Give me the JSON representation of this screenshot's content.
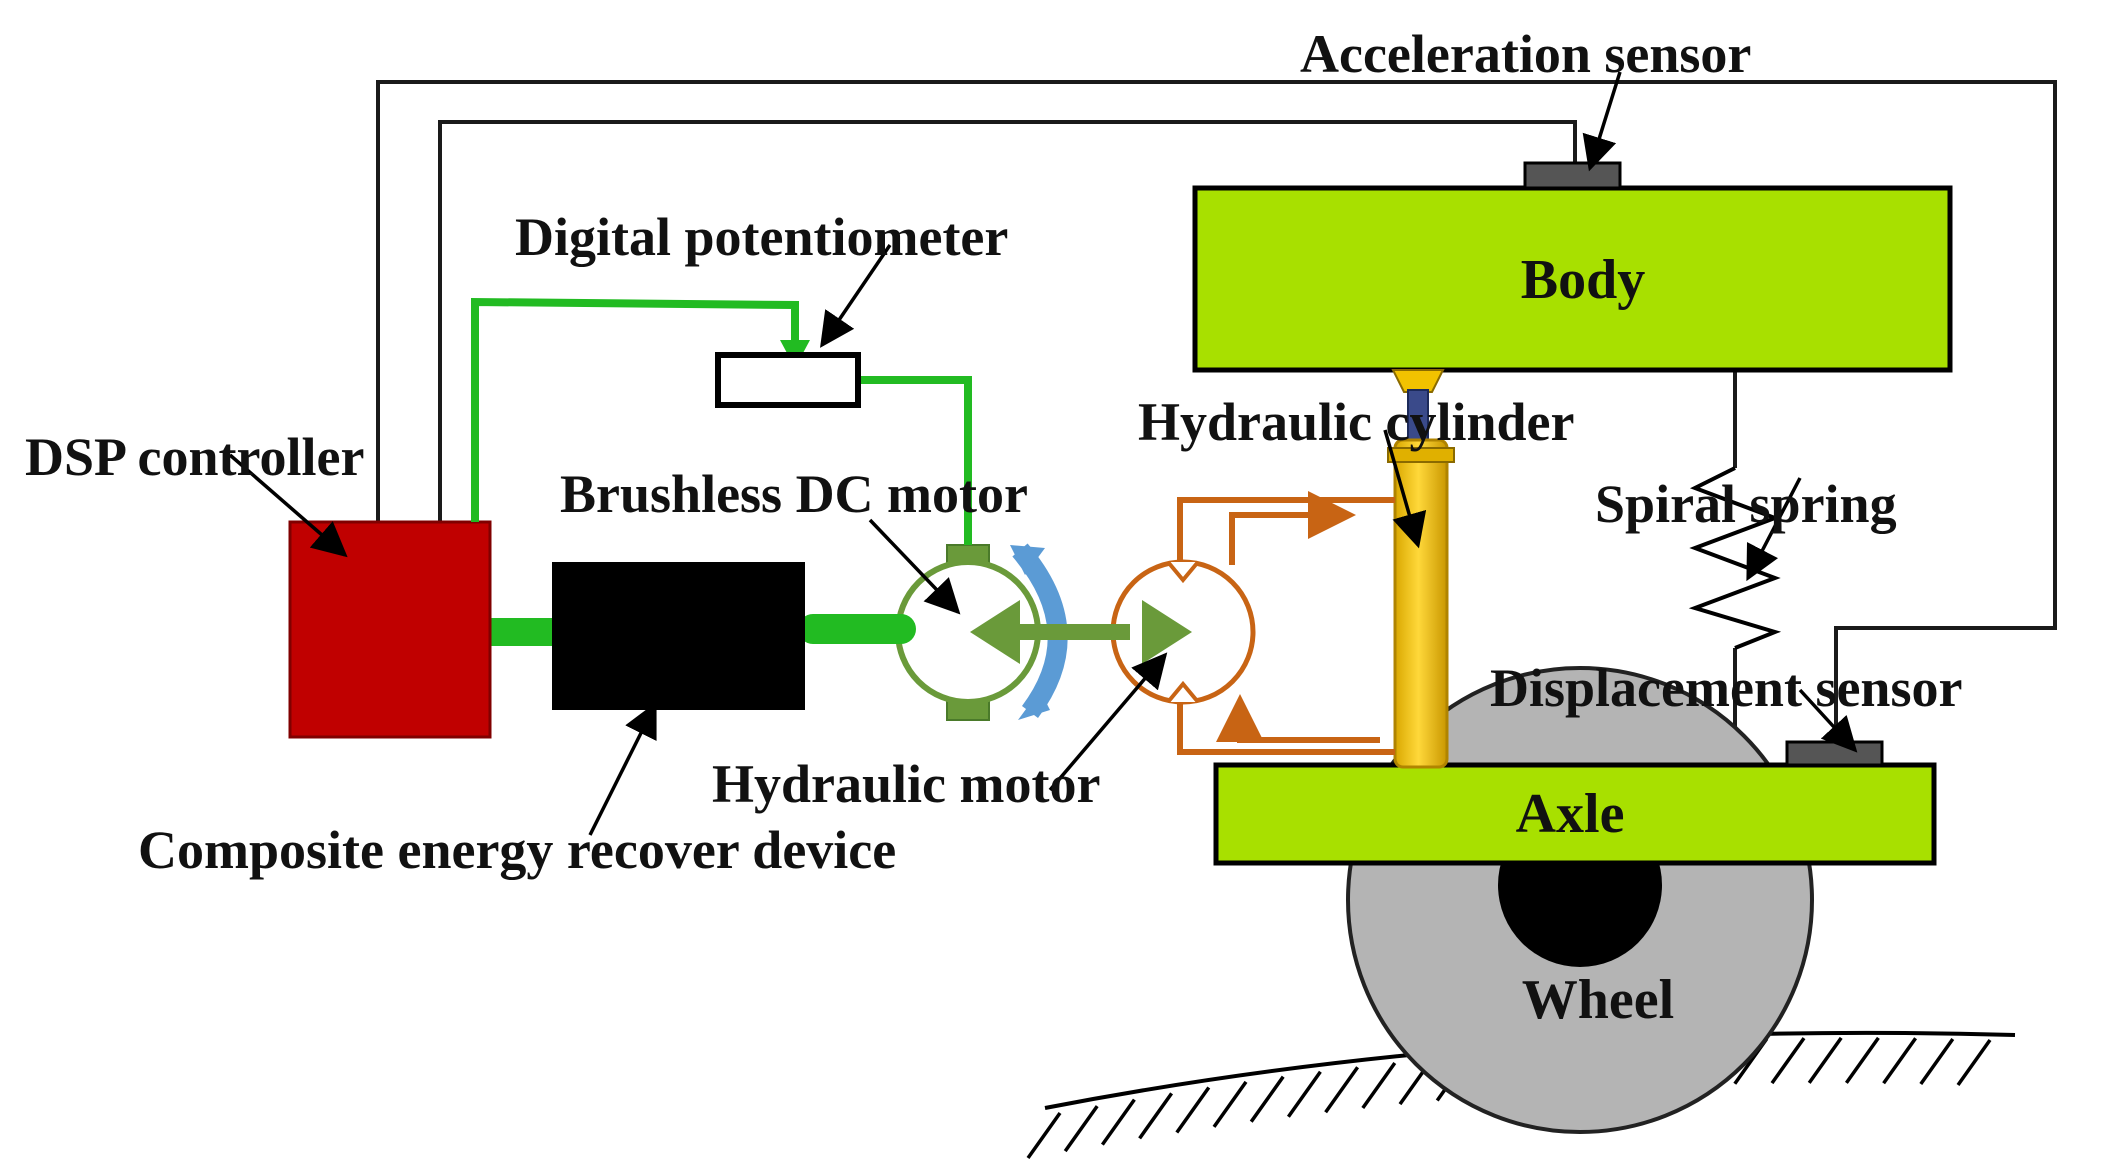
{
  "labels": {
    "acceleration_sensor": "Acceleration sensor",
    "digital_potentiometer": "Digital potentiometer",
    "body": "Body",
    "hydraulic_cylinder": "Hydraulic cylinder",
    "dsp_controller": "DSP controller",
    "brushless_dc_motor": "Brushless DC motor",
    "spiral_spring": "Spiral spring",
    "displacement_sensor": "Displacement sensor",
    "hydraulic_motor": "Hydraulic motor",
    "axle": "Axle",
    "composite_energy_recover_device": "Composite energy recover device",
    "wheel": "Wheel"
  },
  "colors": {
    "body_green": "#a8e000",
    "dsp_red": "#c00000",
    "device_black": "#000000",
    "signal_green": "#22bb22",
    "motor_green": "#6a9a3a",
    "rotation_blue": "#5b9bd5",
    "hydraulic_orange": "#c86414",
    "cylinder_yellow": "#f2c200",
    "wheel_gray": "#b4b4b4",
    "sensor_gray": "#555555"
  }
}
